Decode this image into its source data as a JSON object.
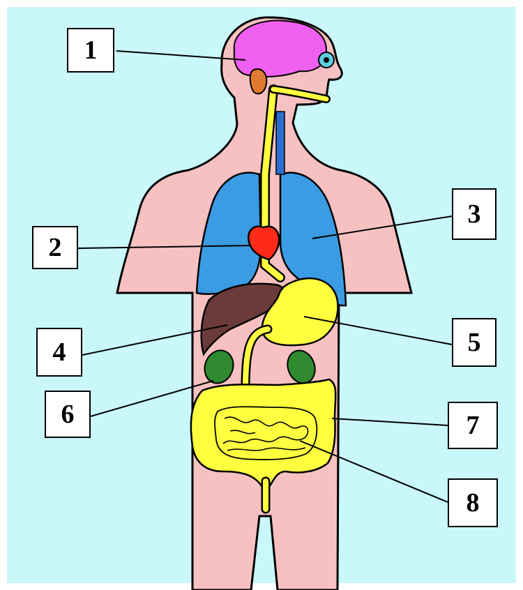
{
  "colors": {
    "background": "#c9f7fa",
    "frame": "#ffffff",
    "body": "#f7c1c1",
    "outline": "#000000",
    "brain": "#f060f0",
    "eye": "#5ad0e0",
    "ear": "#e07a30",
    "lungs": "#3b9be3",
    "heart": "#ff2a1a",
    "liver": "#6b3a3a",
    "stomach_and_gut": "#ffff40",
    "kidneys": "#2f8a2f",
    "trachea": "#2b6fd0"
  },
  "labels": [
    {
      "id": "1",
      "text": "1"
    },
    {
      "id": "2",
      "text": "2"
    },
    {
      "id": "3",
      "text": "3"
    },
    {
      "id": "4",
      "text": "4"
    },
    {
      "id": "5",
      "text": "5"
    },
    {
      "id": "6",
      "text": "6"
    },
    {
      "id": "7",
      "text": "7"
    },
    {
      "id": "8",
      "text": "8"
    }
  ]
}
